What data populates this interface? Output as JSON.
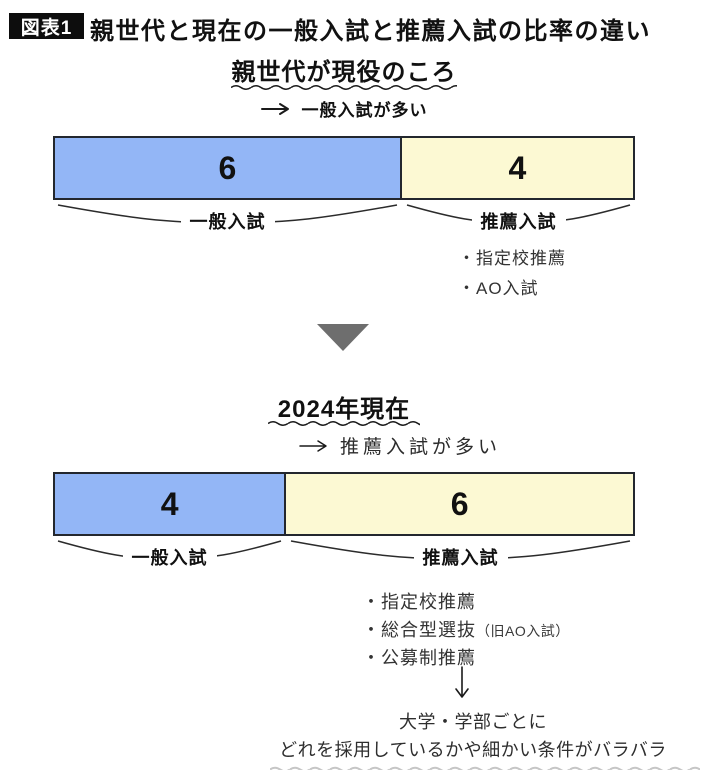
{
  "figure": {
    "badge": "図表1",
    "title": "親世代と現在の一般入試と推薦入試の比率の違い"
  },
  "sections": [
    {
      "heading": "親世代が現役のころ",
      "note": "一般入試が多い",
      "bar": {
        "segments": [
          {
            "label": "一般入試",
            "value": "6",
            "share": 60
          },
          {
            "label": "推薦入試",
            "value": "4",
            "share": 40
          }
        ]
      },
      "bullets": [
        {
          "text": "・指定校推薦",
          "sub": ""
        },
        {
          "text": "・AO入試",
          "sub": ""
        }
      ]
    },
    {
      "heading": "2024年現在",
      "note": "推薦入試が多い",
      "bar": {
        "segments": [
          {
            "label": "一般入試",
            "value": "4",
            "share": 40
          },
          {
            "label": "推薦入試",
            "value": "6",
            "share": 60
          }
        ]
      },
      "bullets": [
        {
          "text": "・指定校推薦",
          "sub": ""
        },
        {
          "text": "・総合型選抜",
          "sub": "（旧AO入試）"
        },
        {
          "text": "・公募制推薦",
          "sub": ""
        }
      ],
      "footer_lines": [
        "大学・学部ごとに",
        "どれを採用しているかや細かい条件がバラバラ"
      ]
    }
  ],
  "colors": {
    "general_blue": "#93b6f6",
    "recommend_yellow": "#fcf9d3",
    "triangle_gray": "#6e6e6e",
    "bar_border": "#23272e"
  },
  "chart_data": [
    {
      "type": "bar",
      "orientation": "horizontal-stacked",
      "title": "親世代が現役のころ",
      "subtitle": "→ 一般入試が多い",
      "categories": [
        "一般入試",
        "推薦入試"
      ],
      "values": [
        6,
        4
      ],
      "total": 10,
      "colors": [
        "#93b6f6",
        "#fcf9d3"
      ],
      "annotations": [
        "指定校推薦",
        "AO入試"
      ]
    },
    {
      "type": "bar",
      "orientation": "horizontal-stacked",
      "title": "2024年現在",
      "subtitle": "→ 推薦入試が多い",
      "categories": [
        "一般入試",
        "推薦入試"
      ],
      "values": [
        4,
        6
      ],
      "total": 10,
      "colors": [
        "#93b6f6",
        "#fcf9d3"
      ],
      "annotations": [
        "指定校推薦",
        "総合型選抜（旧AO入試）",
        "公募制推薦"
      ],
      "footnote": "大学・学部ごとに どれを採用しているかや細かい条件がバラバラ"
    }
  ]
}
